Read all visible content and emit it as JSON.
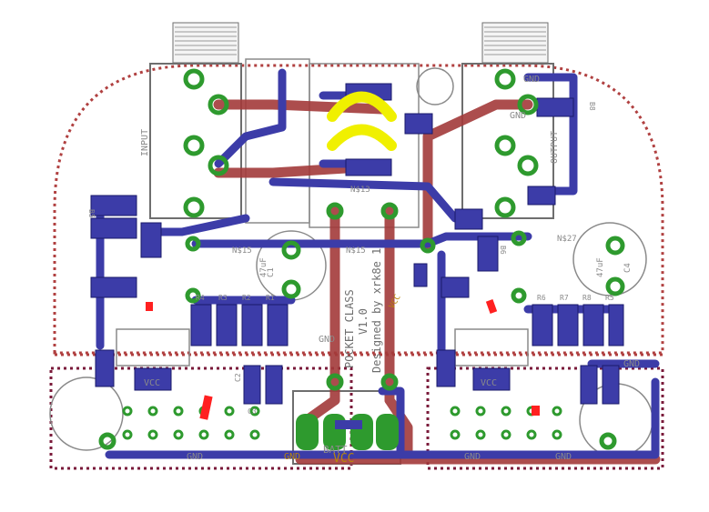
{
  "board": {
    "title_lines": [
      "POCKET CLASS",
      "V1.0",
      "Designed by xrk8e 1"
    ],
    "input_label": "INPUT",
    "output_label": "OUTPUT",
    "gnd_labels": [
      "GND",
      "GND",
      "GND",
      "GND",
      "GND",
      "GND",
      "GND",
      "GND"
    ],
    "vcc_labels": [
      "VCC",
      "VCC",
      "VCC",
      "VCC"
    ],
    "batt_label": "BATT",
    "net_labels": [
      "N$15",
      "N$15",
      "N$27",
      "N$13"
    ],
    "cap_labels": [
      "47uF",
      "C1",
      "47uF",
      "C4"
    ],
    "part_labels": [
      "B5",
      "R4",
      "R3",
      "R2",
      "R1",
      "C2",
      "C3",
      "B6",
      "B8",
      "R6",
      "R7",
      "R8",
      "R5"
    ],
    "colors": {
      "bottom_trace": "#3c3ca8",
      "top_trace": "#a33a3a",
      "pad": "#2e9a2e",
      "outline": "#b04040",
      "silk": "#8a8a8a",
      "highlight": "#f0f000",
      "marker": "#ff2020"
    }
  }
}
